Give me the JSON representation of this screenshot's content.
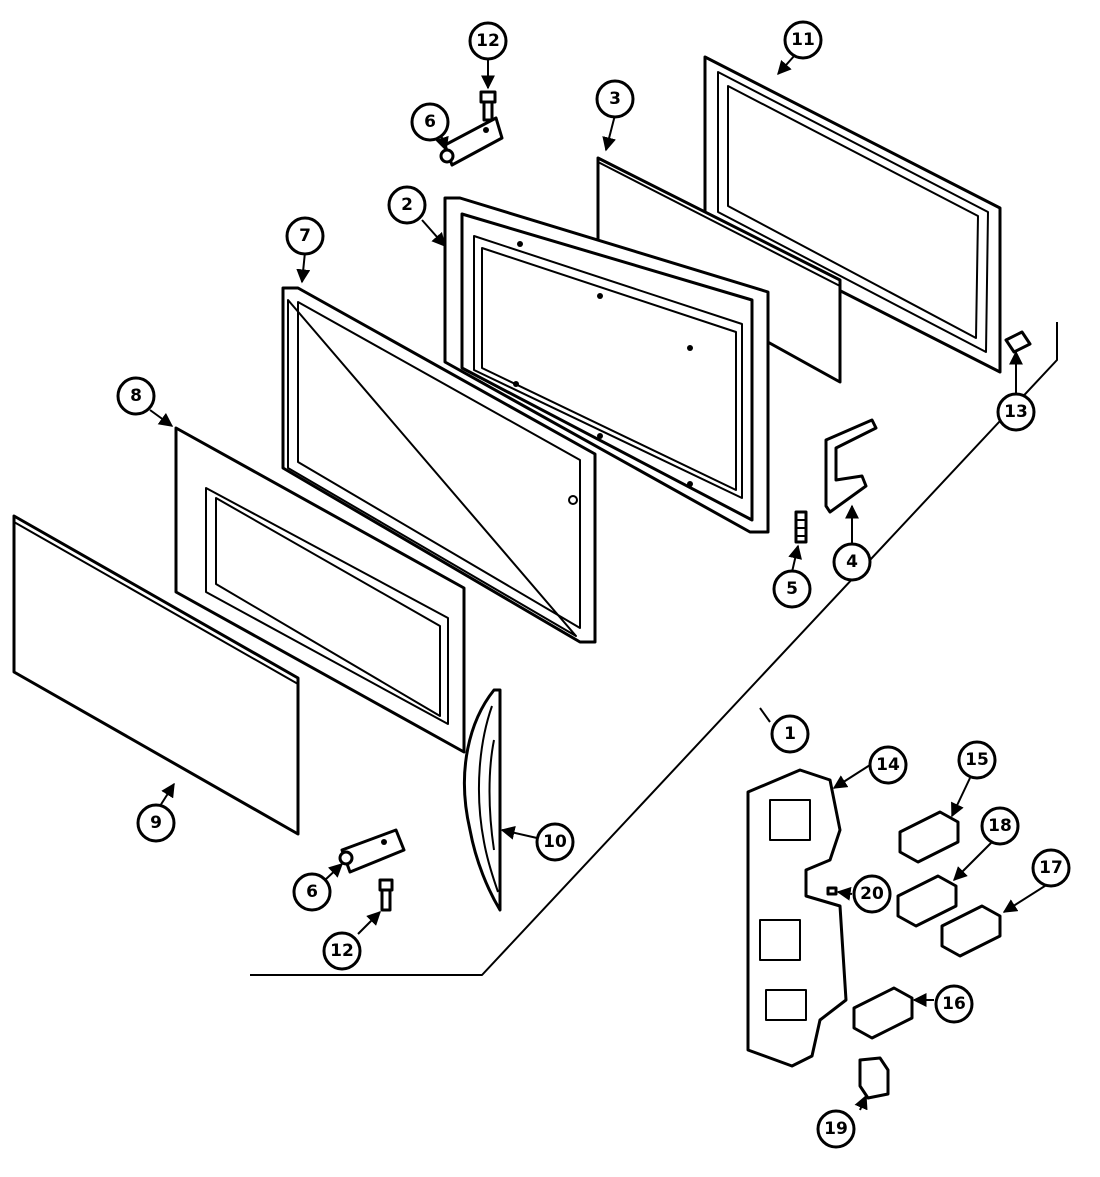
{
  "callouts": [
    {
      "id": "c1",
      "label": "1"
    },
    {
      "id": "c2",
      "label": "2"
    },
    {
      "id": "c3",
      "label": "3"
    },
    {
      "id": "c4",
      "label": "4"
    },
    {
      "id": "c5",
      "label": "5"
    },
    {
      "id": "c6a",
      "label": "6"
    },
    {
      "id": "c6b",
      "label": "6"
    },
    {
      "id": "c7",
      "label": "7"
    },
    {
      "id": "c8",
      "label": "8"
    },
    {
      "id": "c9",
      "label": "9"
    },
    {
      "id": "c10",
      "label": "10"
    },
    {
      "id": "c11",
      "label": "11"
    },
    {
      "id": "c12a",
      "label": "12"
    },
    {
      "id": "c12b",
      "label": "12"
    },
    {
      "id": "c13",
      "label": "13"
    },
    {
      "id": "c14",
      "label": "14"
    },
    {
      "id": "c15",
      "label": "15"
    },
    {
      "id": "c16",
      "label": "16"
    },
    {
      "id": "c17",
      "label": "17"
    },
    {
      "id": "c18",
      "label": "18"
    },
    {
      "id": "c19",
      "label": "19"
    },
    {
      "id": "c20",
      "label": "20"
    }
  ]
}
